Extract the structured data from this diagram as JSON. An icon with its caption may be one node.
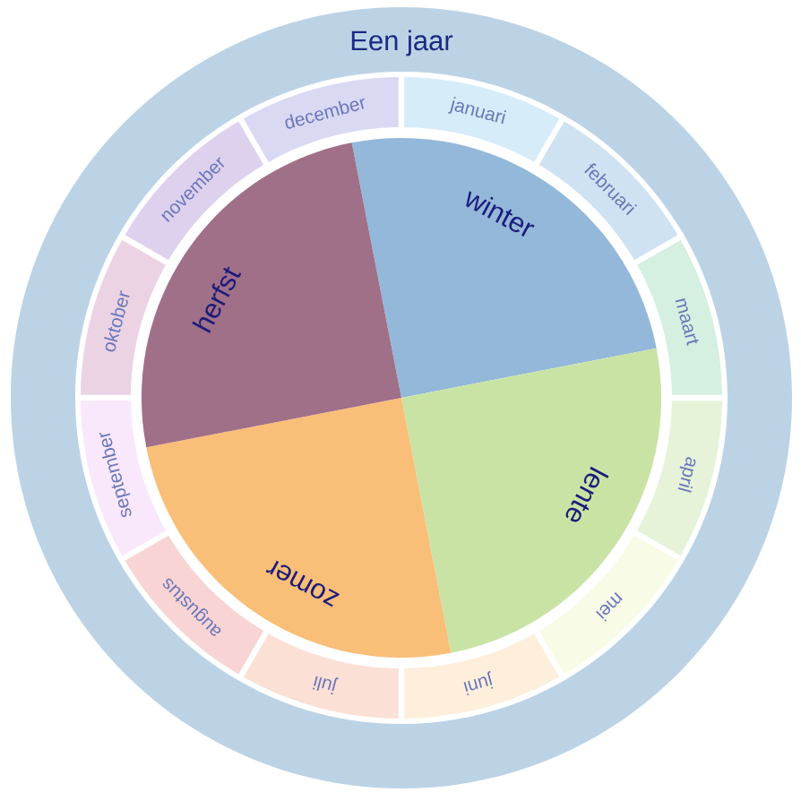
{
  "diagram": {
    "nodes": [
      {
        "text": [
          "Een jaar"
        ]
      },
      {
        "text": [
          "januari"
        ],
        "in": 0
      },
      {
        "text": [
          "februari"
        ],
        "in": 0
      },
      {
        "text": [
          "maart"
        ],
        "in": 0
      },
      {
        "text": [
          "april"
        ],
        "in": 0
      },
      {
        "text": [
          "mei"
        ],
        "in": 0
      },
      {
        "text": [
          "juni"
        ],
        "in": 0
      },
      {
        "text": [
          "juli"
        ],
        "in": 0
      },
      {
        "text": [
          "augustus"
        ],
        "in": 0
      },
      {
        "text": [
          "september"
        ],
        "in": 0
      },
      {
        "text": [
          "oktober"
        ],
        "in": 0
      },
      {
        "text": [
          "november"
        ],
        "in": 0
      },
      {
        "text": [
          "december"
        ],
        "in": 0
      },
      {
        "text": [
          "winter"
        ],
        "in": 0
      },
      {
        "text": [
          "lente"
        ],
        "in": 0
      },
      {
        "text": [
          "zomer"
        ],
        "in": 0
      },
      {
        "text": [
          "herfst"
        ],
        "in": 0
      }
    ]
  }
}
